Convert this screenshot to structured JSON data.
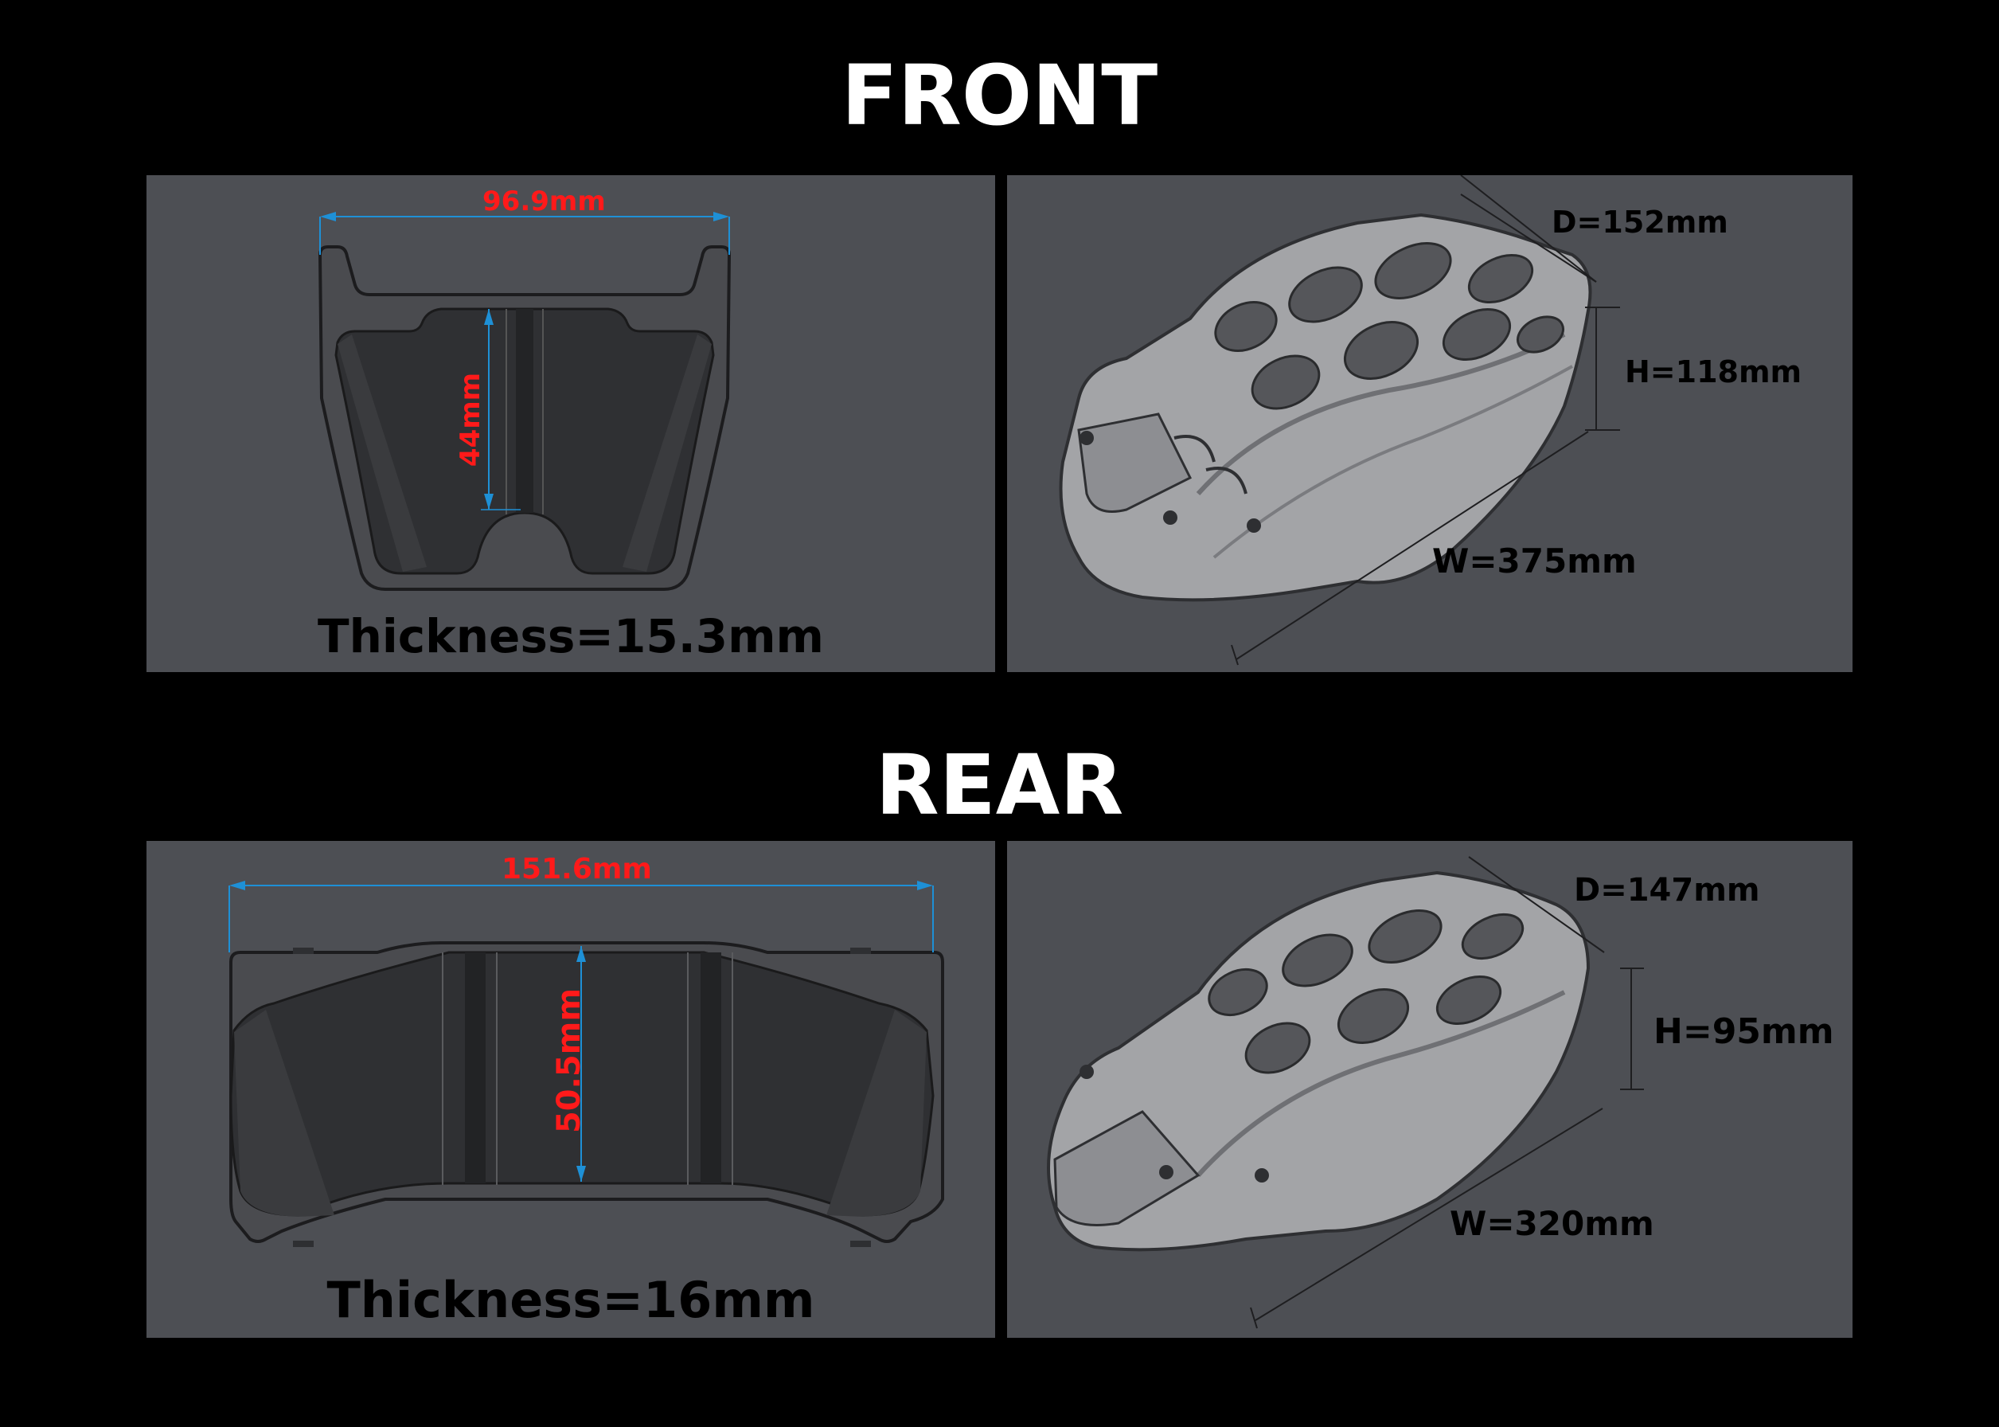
{
  "sections": {
    "front": {
      "title": "FRONT",
      "pad": {
        "width_label": "96.9mm",
        "height_label": "44mm",
        "thickness_label": "Thickness=15.3mm"
      },
      "caliper": {
        "depth_label": "D=152mm",
        "height_label": "H=118mm",
        "width_label": "W=375mm"
      }
    },
    "rear": {
      "title": "REAR",
      "pad": {
        "width_label": "151.6mm",
        "height_label": "50.5mm",
        "thickness_label": "Thickness=16mm"
      },
      "caliper": {
        "depth_label": "D=147mm",
        "height_label": "H=95mm",
        "width_label": "W=320mm"
      }
    }
  },
  "colors": {
    "background": "#000000",
    "panel": "#4d4f54",
    "part_dark": "#2e2f32",
    "part_light": "#a9aaad",
    "dimension_line": "#1e90d6",
    "dimension_text_red": "#ff1a1a",
    "dimension_text_black": "#000000"
  }
}
